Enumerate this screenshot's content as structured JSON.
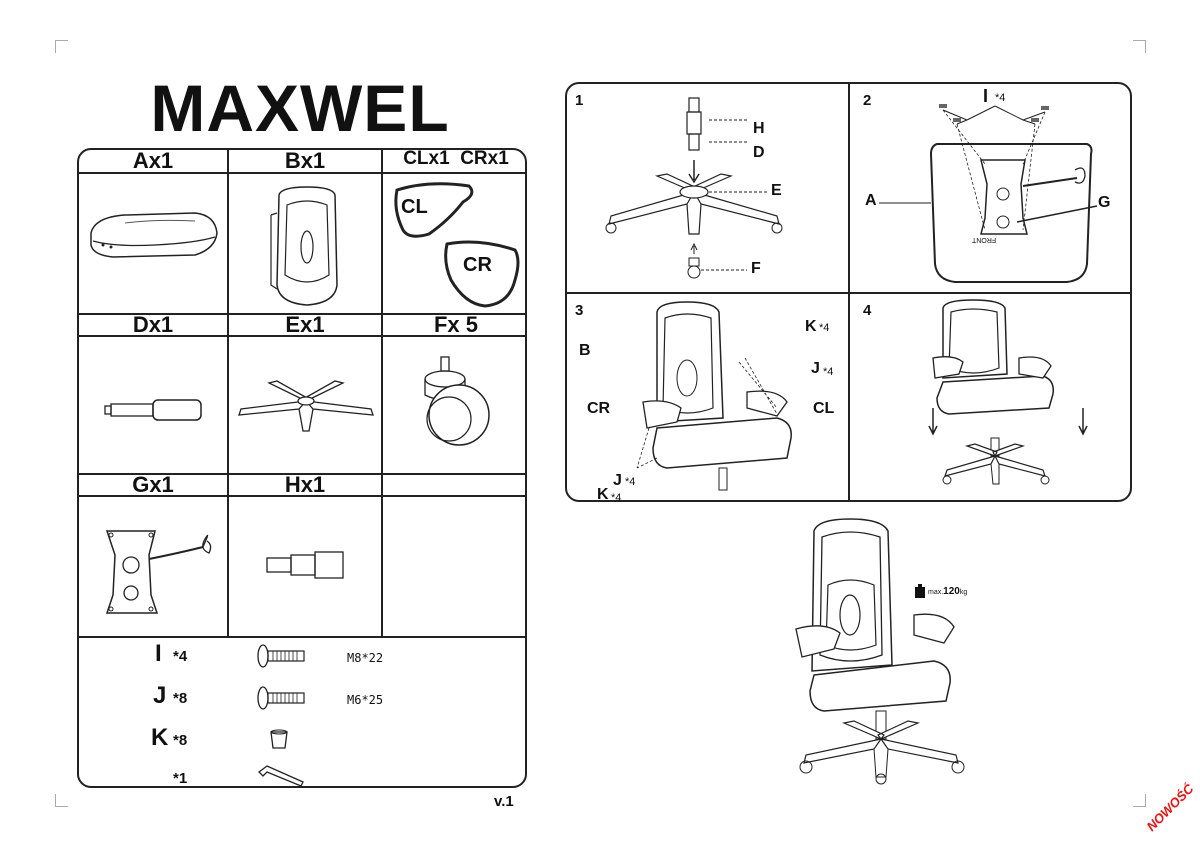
{
  "title": "MAXWEL",
  "version": "v.1",
  "badge": "NOWOŚĆ",
  "parts": {
    "headers": [
      "Ax1",
      "Bx1",
      "CLx1  CRx1",
      "Dx1",
      "Ex1",
      "Fx 5",
      "Gx1",
      "Hx1",
      ""
    ],
    "cl_tag": "CL",
    "cr_tag": "CR"
  },
  "hardware": [
    {
      "letter": "I",
      "qty": "*4",
      "spec": "M8*22"
    },
    {
      "letter": "J",
      "qty": "*8",
      "spec": "M6*25"
    },
    {
      "letter": "K",
      "qty": "*8",
      "spec": ""
    },
    {
      "letter": "",
      "qty": "*1",
      "spec": ""
    }
  ],
  "steps": {
    "s1": {
      "num": "1",
      "labels": [
        "H",
        "D",
        "E",
        "F"
      ]
    },
    "s2": {
      "num": "2",
      "labels": [
        "I",
        "*4",
        "A",
        "G"
      ],
      "arrow_text": "FRONT"
    },
    "s3": {
      "num": "3",
      "labels": [
        "B",
        "CR",
        "CL",
        "K",
        "*4",
        "J",
        "*4",
        "J",
        "*4",
        "K",
        "*4"
      ]
    },
    "s4": {
      "num": "4"
    }
  },
  "weight": {
    "prefix": "max.",
    "value": "120",
    "unit": "kg"
  }
}
